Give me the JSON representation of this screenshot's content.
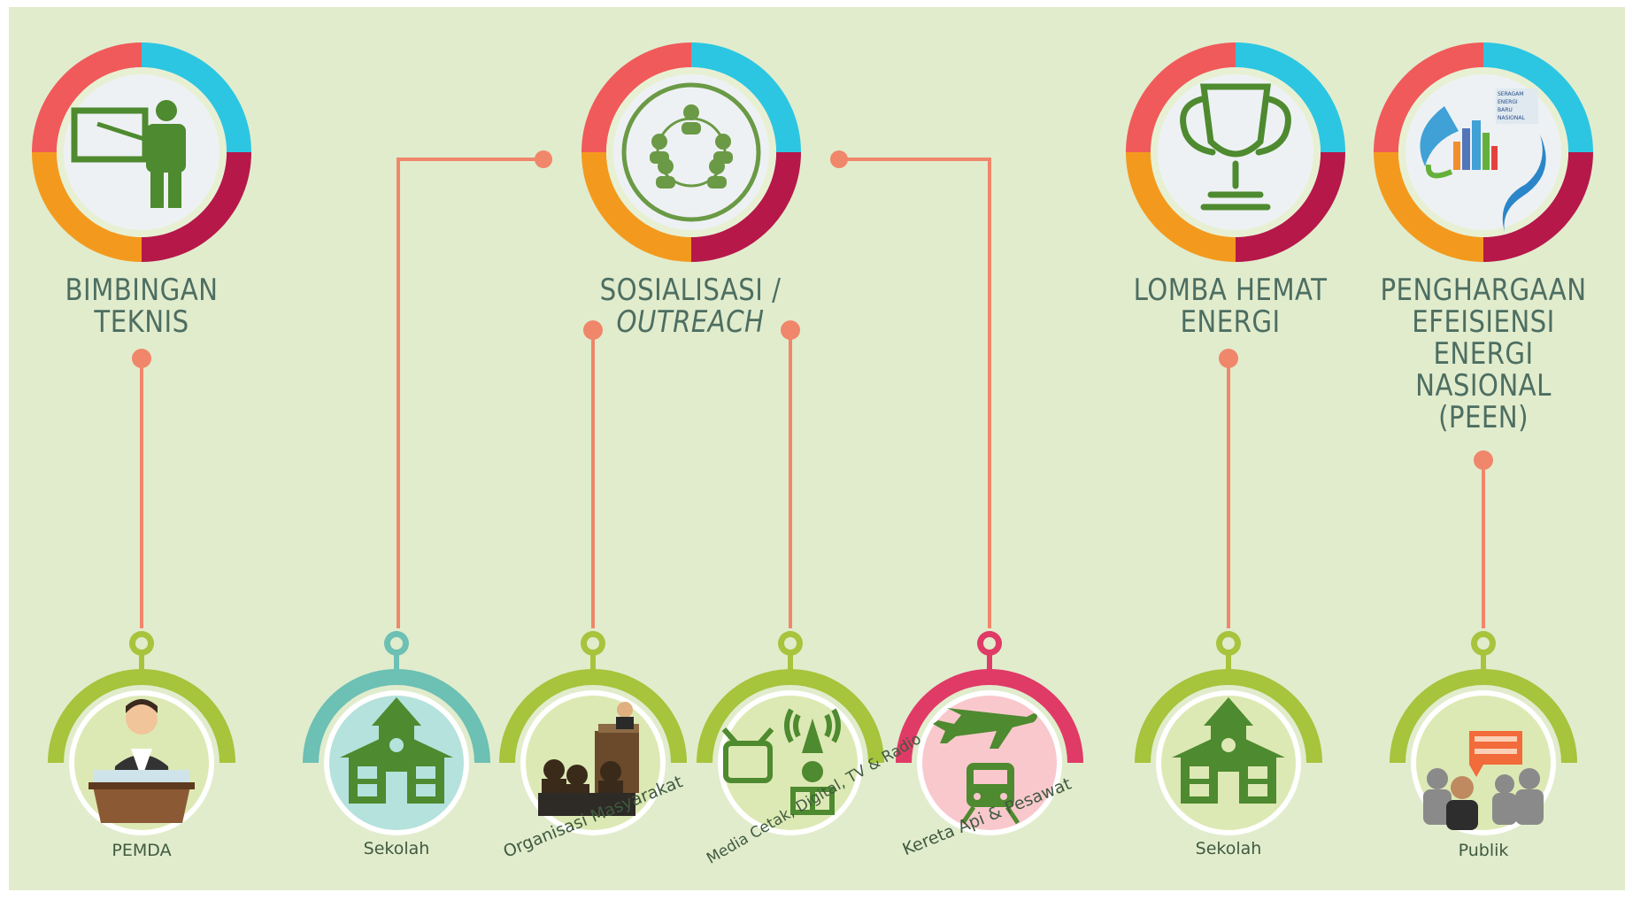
{
  "programs": [
    {
      "id": "bimbingan",
      "title_lines": [
        "BIMBINGAN",
        "TEKNIS"
      ],
      "icon": "teacher-board-icon"
    },
    {
      "id": "sosialisasi",
      "title_main": "SOSIALISASI / ",
      "title_italic": "OUTREACH",
      "icon": "group-meeting-icon"
    },
    {
      "id": "lomba",
      "title_lines": [
        "LOMBA HEMAT",
        "ENERGI"
      ],
      "icon": "trophy-icon"
    },
    {
      "id": "peen",
      "title_lines": [
        "PENGHARGAAN",
        "EFEISIENSI",
        "ENERGI",
        "NASIONAL",
        "(PEEN)"
      ],
      "icon": "peen-logo-icon"
    }
  ],
  "audiences": [
    {
      "id": "pemda",
      "label": "PEMDA",
      "icon": "official-podium-icon",
      "arc_color": "#a6c43c",
      "circle_fill": "#dde9b4"
    },
    {
      "id": "sekolah-1",
      "label": "Sekolah",
      "icon": "school-house-icon",
      "arc_color": "#6cc0b4",
      "circle_fill": "#b5e2dc"
    },
    {
      "id": "ormas",
      "label": "Organisasi Masyarakat",
      "icon": "audience-speaker-icon",
      "arc_color": "#a6c43c",
      "circle_fill": "#dde9b4"
    },
    {
      "id": "media",
      "label": "Media Cetak, Digital, TV & Radio",
      "icon": "media-broadcast-icon",
      "arc_color": "#a6c43c",
      "circle_fill": "#dde9b4"
    },
    {
      "id": "transport",
      "label": "Kereta Api & Pesawat",
      "icon": "train-plane-icon",
      "arc_color": "#e03a67",
      "circle_fill": "#f9c8cd"
    },
    {
      "id": "sekolah-2",
      "label": "Sekolah",
      "icon": "school-house-icon",
      "arc_color": "#a6c43c",
      "circle_fill": "#dde9b4"
    },
    {
      "id": "publik",
      "label": "Publik",
      "icon": "public-crowd-icon",
      "arc_color": "#a6c43c",
      "circle_fill": "#dde9b4"
    }
  ],
  "peen_logo_text": [
    "SERAGAM",
    "ENERGI",
    "BARU",
    "NASIONAL"
  ],
  "colors": {
    "background": "#e1eccd",
    "connector": "#f0866a",
    "ring_red": "#f15a5a",
    "ring_cyan": "#2cc6e2",
    "ring_orange": "#f39a1e",
    "ring_crimson": "#b6184a",
    "icon_green": "#4e8a2f",
    "title_text": "#4d6e61"
  }
}
